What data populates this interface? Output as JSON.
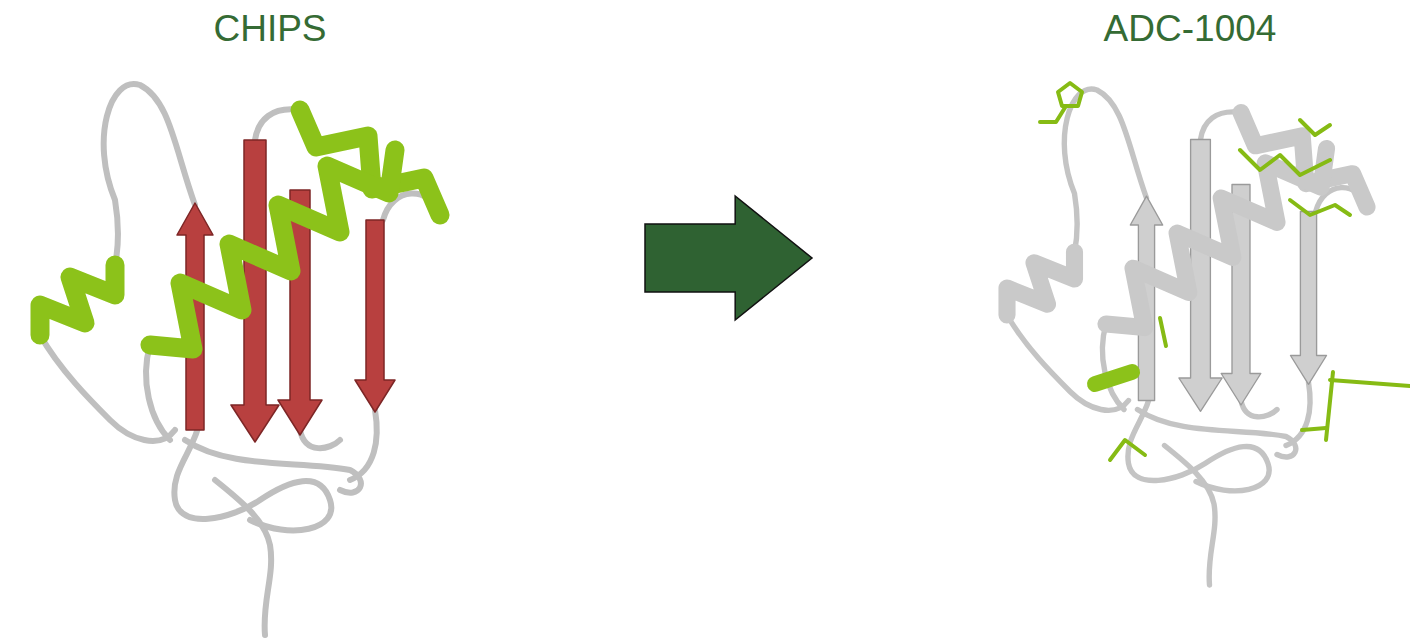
{
  "diagram": {
    "nodes": [
      {
        "text": [
          "CHIPS"
        ]
      },
      {
        "text": [
          "ADC-1004"
        ]
      }
    ],
    "edges": [
      {
        "from": 0,
        "to": 1,
        "arrow": "to"
      }
    ]
  }
}
